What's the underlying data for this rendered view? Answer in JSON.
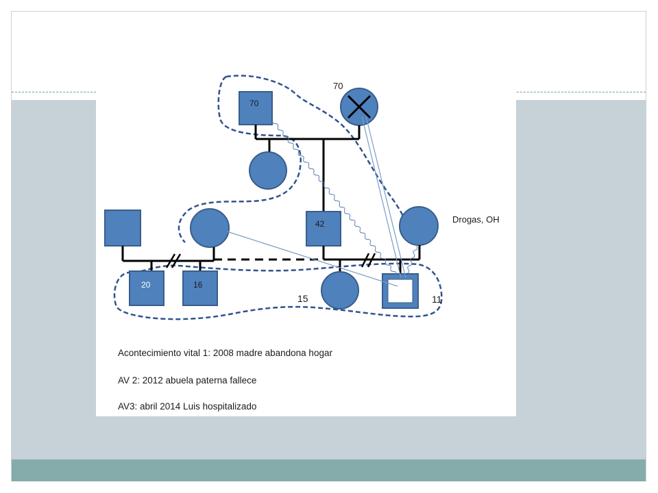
{
  "slide": {
    "accent_colors": {
      "content_band": "#c6d2d8",
      "footer_band": "#86abab",
      "node_fill": "#4f81bd",
      "node_stroke": "#385d8a",
      "boundary": "#2f528f"
    }
  },
  "genogram": {
    "grandfather_age": "70",
    "grandmother_age": "70",
    "father_age": "42",
    "half_sibling_1_age": "20",
    "half_sibling_2_age": "16",
    "sister_age": "15",
    "patient_age": "11",
    "mother_annotation": "Drogas, OH"
  },
  "events": [
    "Acontecimiento vital 1: 2008  madre abandona hogar",
    "AV 2: 2012  abuela paterna fallece",
    "AV3: abril 2014  Luis hospitalizado"
  ]
}
